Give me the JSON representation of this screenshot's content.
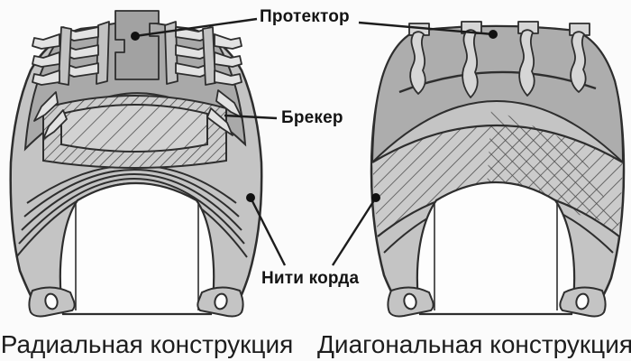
{
  "diagram": {
    "labels": {
      "tread": "Протектор",
      "breaker": "Брекер",
      "cord_threads": "Нити корда"
    },
    "captions": {
      "radial": "Радиальная конструкция",
      "diagonal": "Диагональная конструкция"
    },
    "colors": {
      "background": "#fbfbfb",
      "tire_body": "#c4c4c4",
      "tread_band": "#a9a9a9",
      "tread_blocks_light": "#d6d6d6",
      "center_block": "#a2a2a2",
      "hatch_area": "#cbcbcb",
      "outline": "#2e2e2e",
      "leader_line": "#1c1c1c",
      "text": "#1d1d1d"
    }
  }
}
